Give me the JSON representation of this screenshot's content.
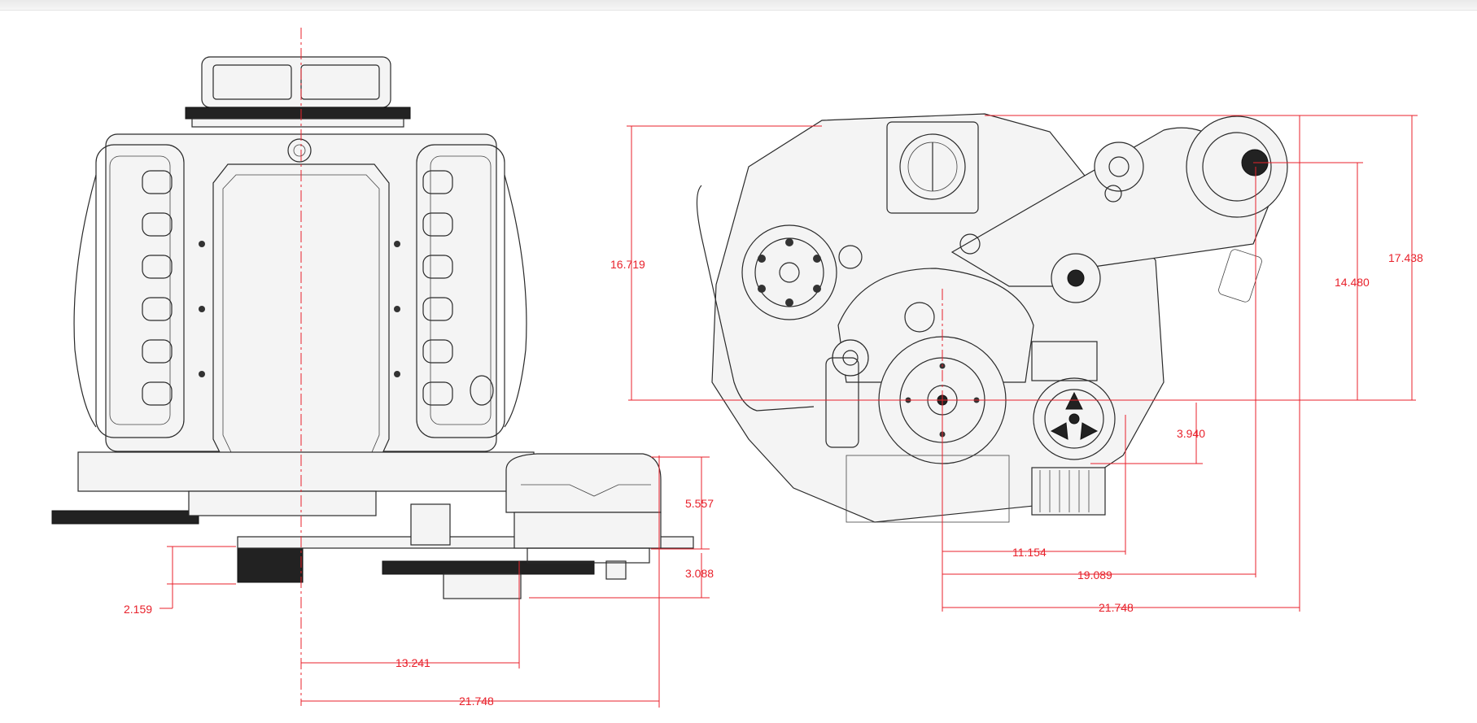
{
  "dimensions": {
    "left_view": {
      "width_total": "21.748",
      "offset_center": "13.241",
      "height_top": "5.557",
      "height_pulley": "3.088",
      "offset_low": "2.159"
    },
    "right_view": {
      "height_left": "16.719",
      "height_mid": "14.480",
      "height_total": "17.438",
      "height_low": "3.940",
      "width_small": "11.154",
      "width_mid": "19.089",
      "width_total": "21.748"
    }
  },
  "colors": {
    "dimension": "#e8212b",
    "linework": "#2a2a2a",
    "background": "#ffffff"
  }
}
